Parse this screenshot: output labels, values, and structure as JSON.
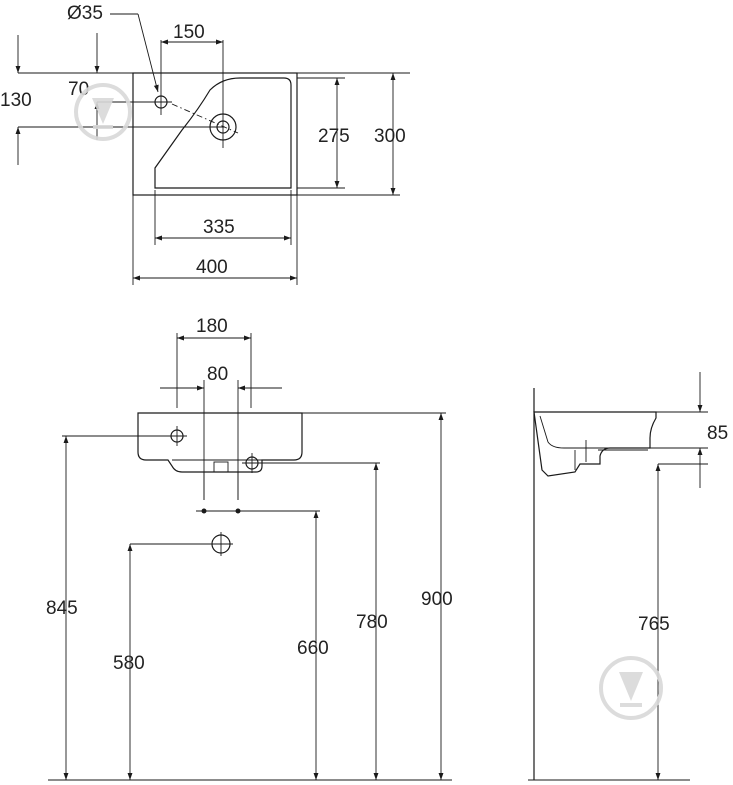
{
  "top_view": {
    "dim_diameter": "Ø35",
    "dim_150": "150",
    "dim_70": "70",
    "dim_130": "130",
    "dim_275": "275",
    "dim_300": "300",
    "dim_335": "335",
    "dim_400": "400"
  },
  "front_view": {
    "dim_180": "180",
    "dim_80": "80",
    "dim_845": "845",
    "dim_580": "580",
    "dim_660": "660",
    "dim_780": "780",
    "dim_900": "900"
  },
  "side_view": {
    "dim_85": "85",
    "dim_765": "765"
  },
  "colors": {
    "line": "#1a1a1a",
    "watermark": "#d9d9d9"
  },
  "icons": [
    "watermark-logo-icon"
  ]
}
